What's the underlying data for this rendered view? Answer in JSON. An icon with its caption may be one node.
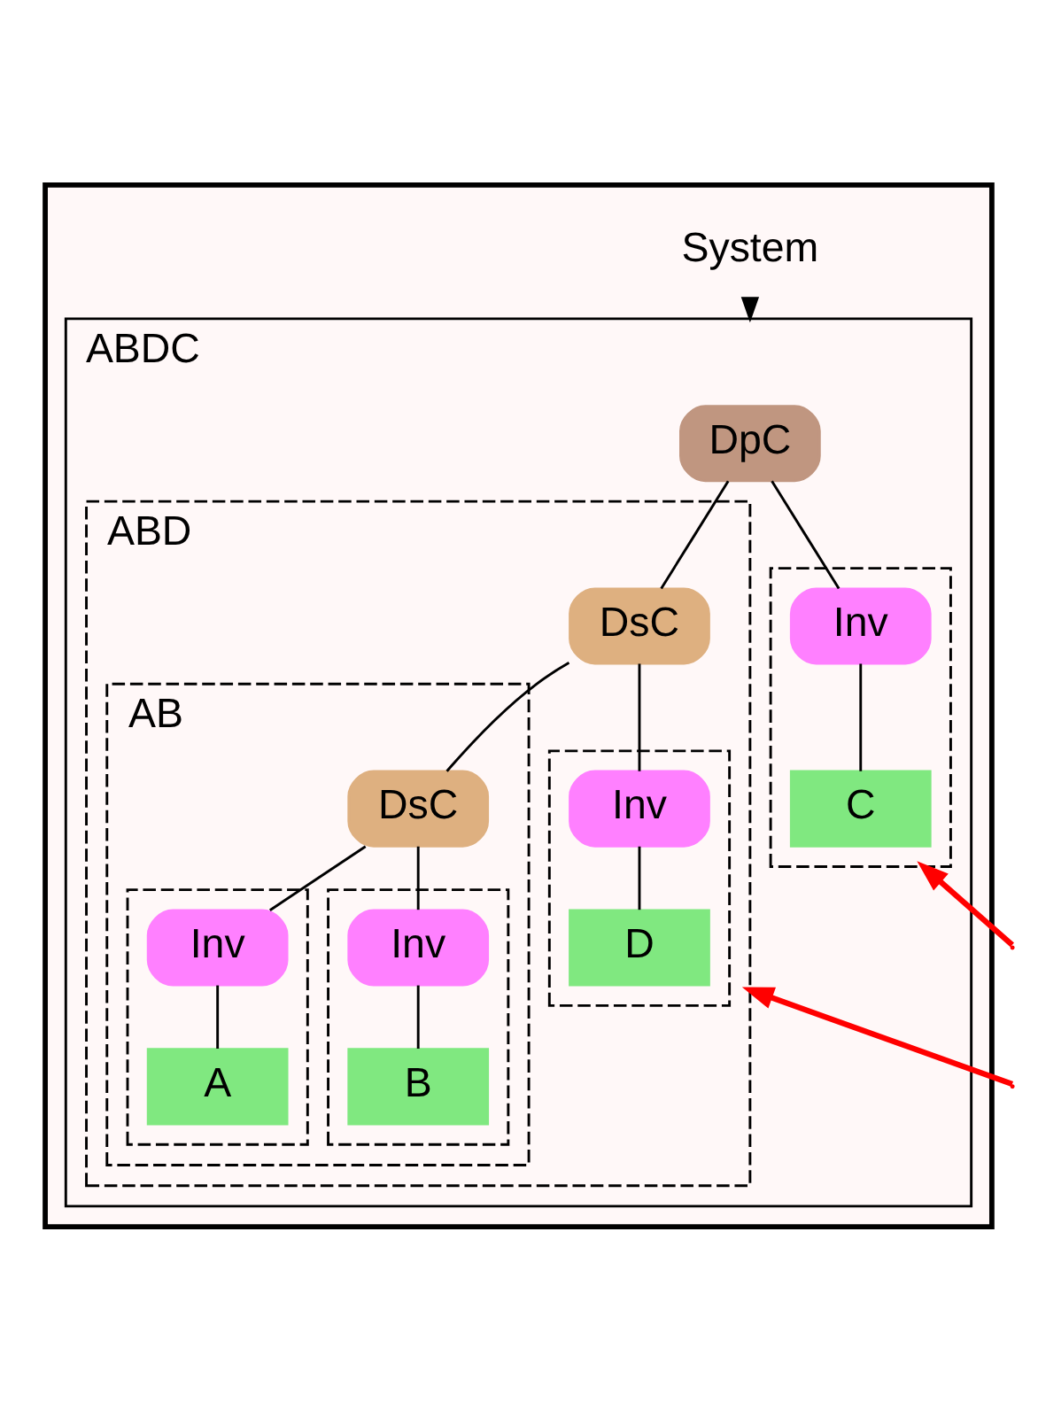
{
  "diagram": {
    "nodes": [
      {
        "text": [],
        "shape": "box"
      },
      {
        "text": [
          "System"
        ],
        "in": 0
      },
      {
        "text": [
          "ABDC"
        ],
        "in": 0
      },
      {
        "text": [
          "DpC"
        ],
        "in": 2
      },
      {
        "text": [
          "ABD"
        ],
        "in": 2
      },
      {
        "text": [
          "DsC"
        ],
        "in": 4
      },
      {
        "text": [
          "AB"
        ],
        "in": 4
      },
      {
        "text": [
          "DsC"
        ],
        "in": 6
      },
      {
        "text": [],
        "shape": "box",
        "in": 6
      },
      {
        "text": [
          "Inv"
        ],
        "in": 8
      },
      {
        "text": [
          "A"
        ],
        "in": 8
      },
      {
        "text": [],
        "shape": "box",
        "in": 6
      },
      {
        "text": [
          "Inv"
        ],
        "in": 11
      },
      {
        "text": [
          "B"
        ],
        "in": 11
      },
      {
        "text": [],
        "shape": "box",
        "in": 4
      },
      {
        "text": [
          "Inv"
        ],
        "in": 14
      },
      {
        "text": [
          "D"
        ],
        "in": 14
      },
      {
        "text": [],
        "shape": "box",
        "in": 2
      },
      {
        "text": [
          "Inv"
        ],
        "in": 17
      },
      {
        "text": [
          "C"
        ],
        "in": 17
      }
    ],
    "edges": [
      {
        "from": 1,
        "to": 2,
        "arrow": "to",
        "style": "dashed"
      },
      {
        "from": 3,
        "to": 5,
        "arrow": "none"
      },
      {
        "from": 3,
        "to": 18,
        "arrow": "none"
      },
      {
        "from": 5,
        "to": 7,
        "arrow": "none"
      },
      {
        "from": 5,
        "to": 15,
        "arrow": "none"
      },
      {
        "from": 7,
        "to": 9,
        "arrow": "none"
      },
      {
        "from": 7,
        "to": 12,
        "arrow": "none"
      },
      {
        "from": 9,
        "to": 10,
        "arrow": "none"
      },
      {
        "from": 12,
        "to": 13,
        "arrow": "none"
      },
      {
        "from": 15,
        "to": 16,
        "arrow": "none"
      },
      {
        "from": 18,
        "to": 19,
        "arrow": "none"
      },
      {
        "from": null,
        "to": 4,
        "arrow": "to",
        "style": "thick",
        "color": "#ff0000"
      },
      {
        "from": null,
        "to": 17,
        "arrow": "to",
        "style": "thick",
        "color": "#ff0000"
      }
    ]
  }
}
